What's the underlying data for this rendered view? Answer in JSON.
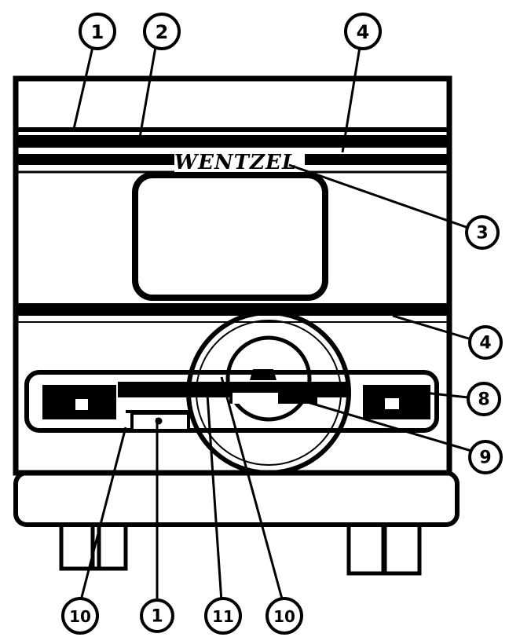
{
  "brand": {
    "text": "WENTZEL"
  },
  "colors": {
    "ink": "#000000",
    "paper": "#ffffff"
  },
  "callouts": [
    {
      "id": "c1-top",
      "label": "1"
    },
    {
      "id": "c2-top",
      "label": "2"
    },
    {
      "id": "c4-top",
      "label": "4"
    },
    {
      "id": "c3-right",
      "label": "3"
    },
    {
      "id": "c4-right",
      "label": "4"
    },
    {
      "id": "c8-right",
      "label": "8"
    },
    {
      "id": "c9-right",
      "label": "9"
    },
    {
      "id": "c10-bottom-left",
      "label": "10"
    },
    {
      "id": "c1-bottom",
      "label": "1"
    },
    {
      "id": "c11-bottom",
      "label": "11"
    },
    {
      "id": "c10-bottom-right",
      "label": "10"
    }
  ]
}
